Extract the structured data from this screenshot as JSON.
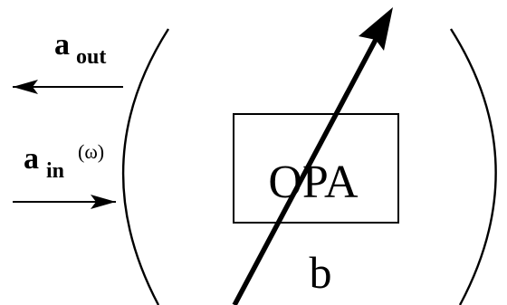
{
  "diagram": {
    "labels": {
      "a_out_main": "a",
      "a_out_sub": "out",
      "a_in_main": "a",
      "a_in_sub": "in",
      "a_in_arg": "(ω)",
      "opa": "OPA",
      "b": "b"
    },
    "colors": {
      "stroke": "#000000",
      "background": "#ffffff"
    }
  }
}
